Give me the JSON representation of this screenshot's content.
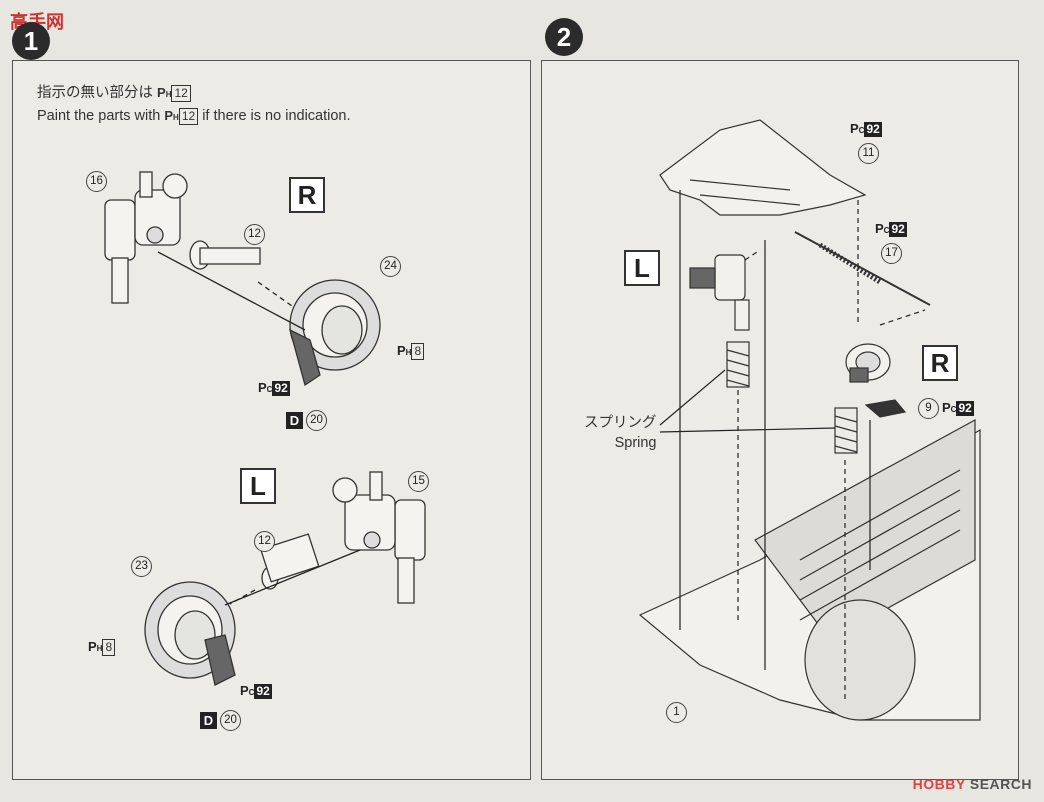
{
  "watermark_top": "高手网",
  "watermark_bottom_brand": "HOBBY",
  "watermark_bottom_text": "SEARCH",
  "step1": "1",
  "step2": "2",
  "instruction_jp": "指示の無い部分は",
  "instruction_en": "Paint the parts with",
  "instruction_en_tail": "if there is no indication.",
  "paint_ph": "P",
  "paint_ph_sub": "H",
  "paint_pc_sub": "C",
  "code_12": "12",
  "code_8": "8",
  "code_92": "92",
  "code_20": "20",
  "d_letter": "D",
  "label_R": "R",
  "label_L": "L",
  "parts": {
    "p16": "16",
    "p12": "12",
    "p24": "24",
    "p15": "15",
    "p23": "23",
    "p11": "11",
    "p17": "17",
    "p9": "9",
    "p1": "1"
  },
  "spring_jp": "スプリング",
  "spring_en": "Spring"
}
